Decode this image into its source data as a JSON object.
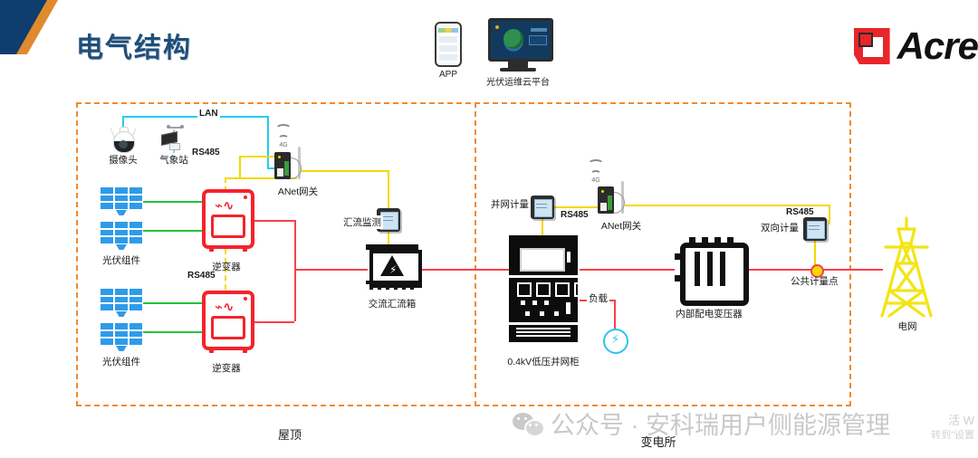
{
  "header": {
    "title": "电气结构",
    "brand_name": "Acre",
    "brand_color": "#e8252a"
  },
  "cloud_devices": [
    {
      "name": "app",
      "label": "APP"
    },
    {
      "name": "cloud-platform",
      "label": "光伏运维云平台"
    }
  ],
  "zones": [
    {
      "key": "rooftop",
      "label": "屋顶"
    },
    {
      "key": "substation",
      "label": "变电所"
    }
  ],
  "wire_labels": {
    "lan": "LAN",
    "rs485_gateway": "RS485",
    "rs485_inverter": "RS485",
    "rs485_grid_meter": "RS485",
    "rs485_bidir_meter": "RS485",
    "load": "负载"
  },
  "nodes": {
    "camera": "摄像头",
    "weather_station": "气象站",
    "anet_gateway_left": "ANet网关",
    "pv_module_top": "光伏组件",
    "pv_module_bottom": "光伏组件",
    "inverter_top": "逆变器",
    "inverter_bottom": "逆变器",
    "combiner_monitor": "汇流监测",
    "ac_combiner_box": "交流汇流箱",
    "grid_meter": "并网计量",
    "anet_gateway_right": "ANet网关",
    "lv_cabinet": "0.4kV低压并网柜",
    "transformer": "内部配电变压器",
    "bidirectional_meter": "双向计量",
    "public_metering_point": "公共计量点",
    "power_grid": "电网"
  },
  "signal": {
    "label_4g": "4G"
  },
  "watermark": {
    "text": "公众号 · 安科瑞用户侧能源管理",
    "overlay_line1": "活 W",
    "overlay_line2": "转到\"设置"
  },
  "colors": {
    "zone_border": "#f08a33",
    "lan_line": "#24cdf0",
    "rs485_line": "#f5d800",
    "dc_line": "#23c23a",
    "ac_line": "#f4424b",
    "title": "#1f4e79"
  }
}
